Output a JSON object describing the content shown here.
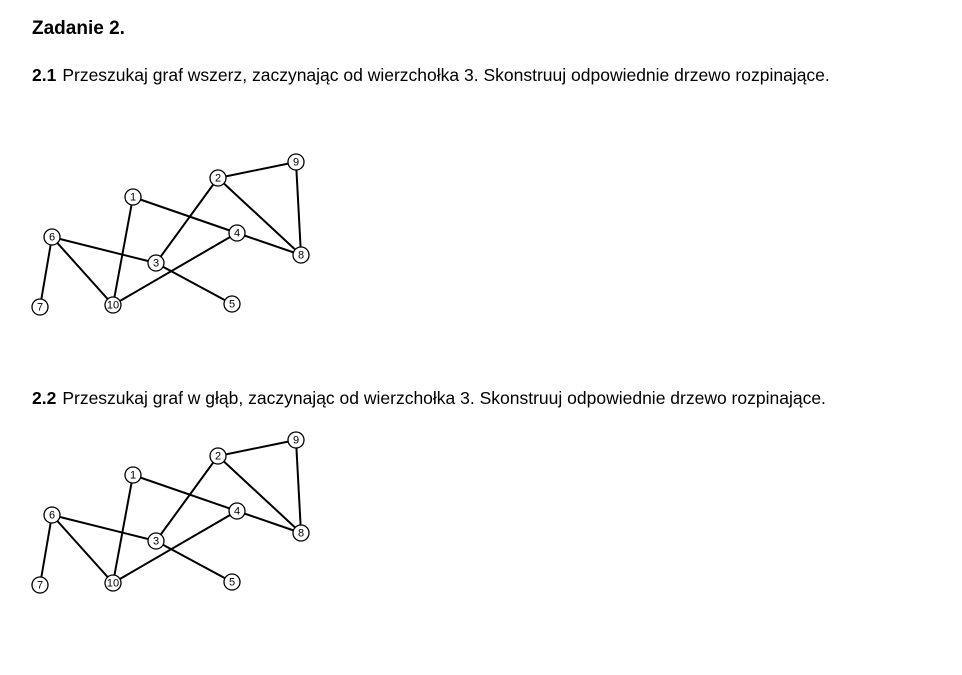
{
  "heading": "Zadanie 2.",
  "tasks": [
    {
      "number": "2.1",
      "text": "Przeszukaj graf wszerz, zaczynając od wierzchołka 3. Skonstruuj odpowiednie drzewo rozpinające."
    },
    {
      "number": "2.2",
      "text": "Przeszukaj graf w głąb, zaczynając od wierzchołka 3. Skonstruuj odpowiednie drzewo rozpinające."
    }
  ],
  "graph": {
    "vertices": [
      "1",
      "2",
      "3",
      "4",
      "5",
      "6",
      "7",
      "8",
      "9",
      "10"
    ],
    "edges": [
      [
        "2",
        "9"
      ],
      [
        "9",
        "8"
      ],
      [
        "2",
        "8"
      ],
      [
        "2",
        "3"
      ],
      [
        "1",
        "4"
      ],
      [
        "1",
        "10"
      ],
      [
        "6",
        "3"
      ],
      [
        "6",
        "10"
      ],
      [
        "6",
        "7"
      ],
      [
        "3",
        "5"
      ],
      [
        "4",
        "8"
      ],
      [
        "4",
        "10"
      ]
    ]
  }
}
